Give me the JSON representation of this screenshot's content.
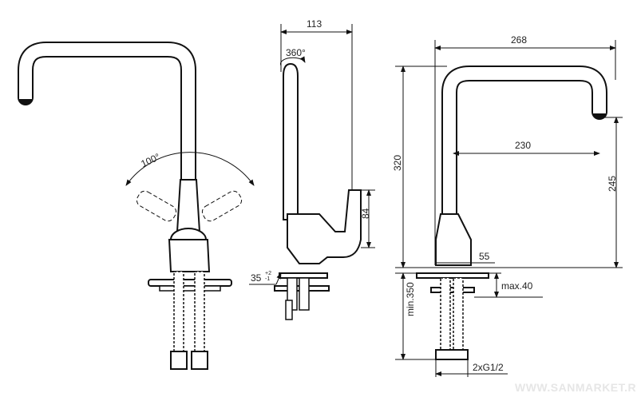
{
  "drawing": {
    "front_view": {
      "angle_label": "100°"
    },
    "side_view": {
      "width_label": "113",
      "rotation_label": "360°",
      "lever_height_label": "84",
      "counter_depth_label": "35",
      "tolerance_plus": "+2",
      "tolerance_minus": "-1"
    },
    "rear_view": {
      "total_reach_label": "268",
      "spout_reach_label": "230",
      "height_label": "320",
      "spout_height_label": "245",
      "base_diameter_label": "55",
      "max_thickness_label": "max.40",
      "hose_length_label": "min.350",
      "connection_label": "2xG1/2"
    }
  },
  "watermark": "WWW.SANMARKET.RU"
}
